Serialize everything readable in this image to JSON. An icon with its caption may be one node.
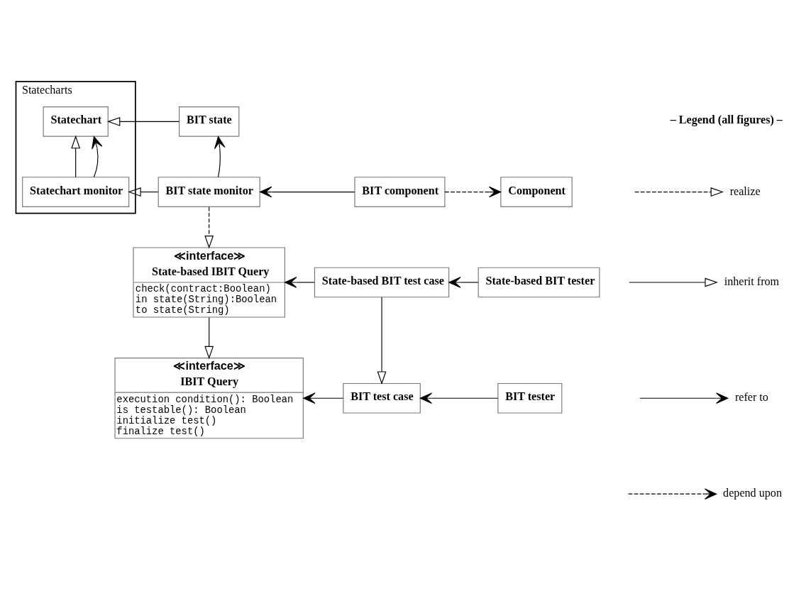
{
  "diagram": {
    "nodes": [
      {
        "text": [
          "Statecharts"
        ]
      },
      {
        "text": [
          "Statechart"
        ],
        "in": 0
      },
      {
        "text": [
          "Statechart monitor"
        ],
        "in": 0
      },
      {
        "text": [
          "BIT state"
        ]
      },
      {
        "text": [
          "BIT state monitor"
        ]
      },
      {
        "text": [
          "BIT component"
        ]
      },
      {
        "text": [
          "Component"
        ]
      },
      {
        "text": [
          "≪interface≫",
          "State-based IBIT Query",
          "check(contract:Boolean)",
          "in state(String):Boolean",
          "to state(String)"
        ]
      },
      {
        "text": [
          "State-based BIT test case"
        ]
      },
      {
        "text": [
          "State-based BIT tester"
        ]
      },
      {
        "text": [
          "≪interface≫",
          "IBIT Query",
          "execution condition(): Boolean",
          "is testable(): Boolean",
          "initialize test()",
          "finalize test()"
        ]
      },
      {
        "text": [
          "BIT test case"
        ]
      },
      {
        "text": [
          "BIT tester"
        ]
      }
    ],
    "edges": [
      {
        "from": 3,
        "to": 1,
        "arrow": "to"
      },
      {
        "from": 2,
        "to": 1,
        "arrow": "to"
      },
      {
        "from": 2,
        "to": 1,
        "arrow": "to"
      },
      {
        "from": 4,
        "to": 2,
        "arrow": "to"
      },
      {
        "from": 4,
        "to": 3,
        "arrow": "to"
      },
      {
        "from": 5,
        "to": 4,
        "arrow": "to"
      },
      {
        "from": 5,
        "to": 6,
        "arrow": "to",
        "style": "dashed"
      },
      {
        "from": 4,
        "to": 7,
        "arrow": "to",
        "style": "dashed"
      },
      {
        "from": 8,
        "to": 7,
        "arrow": "to"
      },
      {
        "from": 9,
        "to": 8,
        "arrow": "to"
      },
      {
        "from": 7,
        "to": 10,
        "arrow": "to"
      },
      {
        "from": 8,
        "to": 11,
        "arrow": "to"
      },
      {
        "from": 11,
        "to": 10,
        "arrow": "to"
      },
      {
        "from": 12,
        "to": 11,
        "arrow": "to"
      }
    ],
    "labels": [
      "– Legend (all figures) –"
    ],
    "legend": [
      {
        "text": "realize"
      },
      {
        "text": "inherit from"
      },
      {
        "text": "refer to"
      },
      {
        "text": "depend upon"
      }
    ]
  }
}
